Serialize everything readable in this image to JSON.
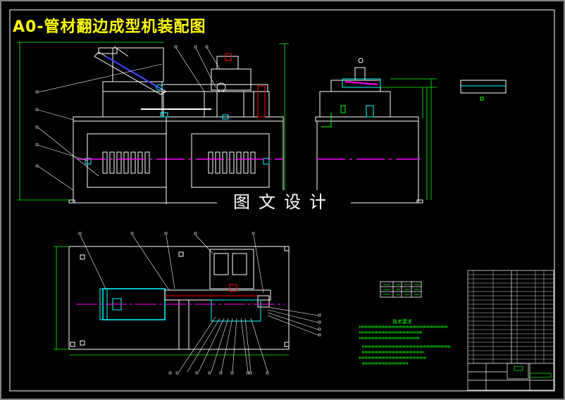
{
  "title": "A0-管材翻边成型机装配图",
  "watermark": "图文设计",
  "notes_title": "技术要求",
  "colors": {
    "background": "#000000",
    "frame": "#ffffff",
    "title": "#ffff00",
    "centerline": "#ff00ff",
    "cyan": "#00ffff",
    "green": "#00ff00",
    "red": "#ff0000",
    "blue": "#4040ff"
  }
}
